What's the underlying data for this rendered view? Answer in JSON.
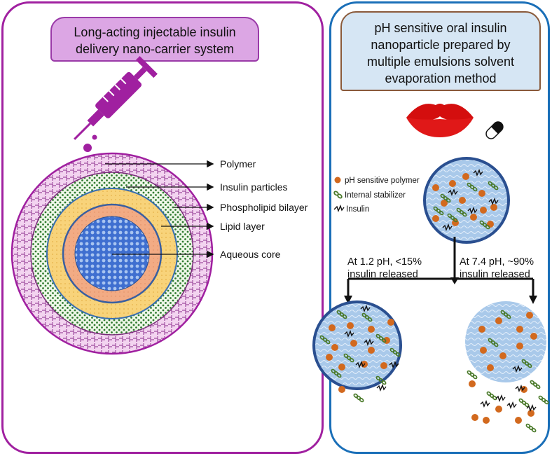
{
  "left_panel": {
    "title_lines": [
      "Long-acting injectable insulin",
      "delivery nano-carrier system"
    ],
    "layers": [
      "Polymer",
      "Insulin particles",
      "Phospholipid bilayer",
      "Lipid layer",
      "Aqueous core"
    ]
  },
  "right_panel": {
    "title_lines": [
      "pH sensitive oral insulin",
      "nanoparticle prepared by",
      "multiple emulsions solvent",
      "evaporation method"
    ],
    "legend": [
      "pH sensitive polymer",
      "Internal stabilizer",
      "Insulin"
    ],
    "condition_low": [
      "At 1.2 pH, <15%",
      "insulin released"
    ],
    "condition_high": [
      "At 7.4 pH, ~90%",
      "insulin released"
    ]
  },
  "colors": {
    "left_border": "#a020a0",
    "right_border": "#1a6fb8",
    "polymer_particle": "#d2691e",
    "stabilizer": "#4a7a2a",
    "syringe": "#a020a0"
  }
}
